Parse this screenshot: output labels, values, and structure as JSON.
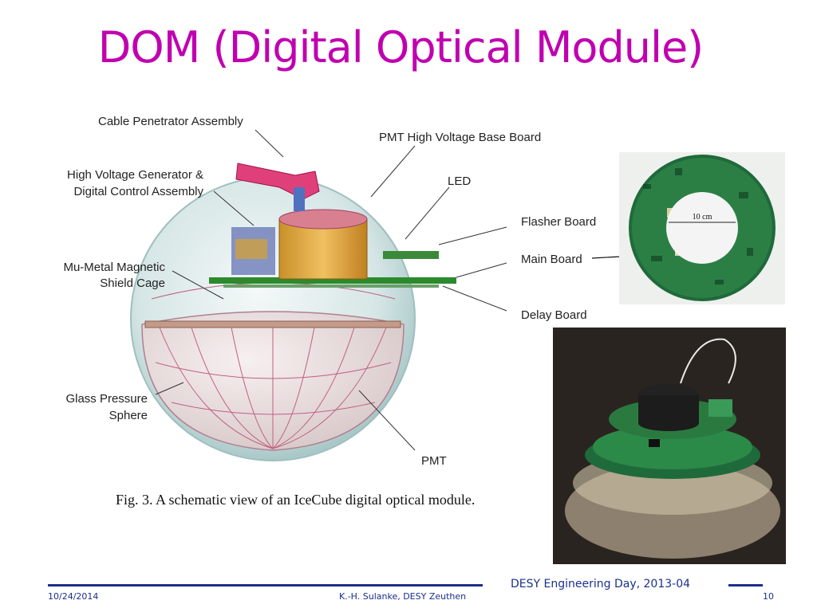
{
  "slide": {
    "title": "DOM (Digital Optical Module)"
  },
  "figure": {
    "labels": {
      "cable_penetrator": "Cable Penetrator Assembly",
      "pmt_hv_base": "PMT High Voltage Base Board",
      "hv_generator_line1": "High Voltage Generator &",
      "hv_generator_line2": "Digital Control Assembly",
      "led": "LED",
      "flasher_board": "Flasher Board",
      "mu_metal_line1": "Mu-Metal Magnetic",
      "mu_metal_line2": "Shield Cage",
      "main_board": "Main Board",
      "delay_board": "Delay Board",
      "glass_line1": "Glass Pressure",
      "glass_line2": "Sphere",
      "pmt": "PMT"
    },
    "caption": "Fig. 3.  A schematic view of an IceCube digital optical module."
  },
  "photo_top": {
    "scale_label": "10 cm"
  },
  "footer": {
    "date": "10/24/2014",
    "author": "K.-H. Sulanke, DESY Zeuthen",
    "event": "DESY Engineering Day, 2013-04",
    "page": "10"
  },
  "colors": {
    "title": "#c000b0",
    "footer": "#1a2f8a"
  }
}
